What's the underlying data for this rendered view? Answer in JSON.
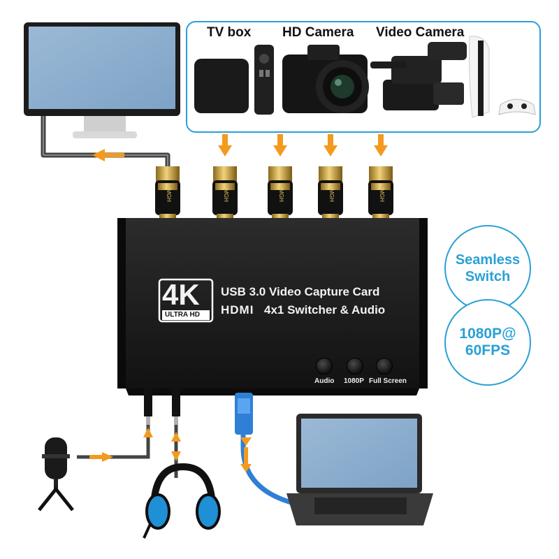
{
  "sources": {
    "labels": [
      "TV box",
      "HD Camera",
      "Video Camera"
    ]
  },
  "device": {
    "logo_main": "4K",
    "logo_sub": "ULTRA HD",
    "title_line1": "USB 3.0  Video  Capture Card",
    "hdmi_logo": "HDMI",
    "title_line2": "4x1 Switcher & Audio",
    "buttons": [
      "Audio",
      "1080P",
      "Full Screen"
    ],
    "connector_text": "IMGH"
  },
  "badges": {
    "seamless": [
      "Seamless",
      "Switch"
    ],
    "fps": [
      "1080P@",
      "60FPS"
    ]
  },
  "colors": {
    "accent_blue": "#2aa0d6",
    "arrow_orange": "#f39a1e",
    "gold": "#c9a23a",
    "usb_blue": "#2f7fd6"
  }
}
